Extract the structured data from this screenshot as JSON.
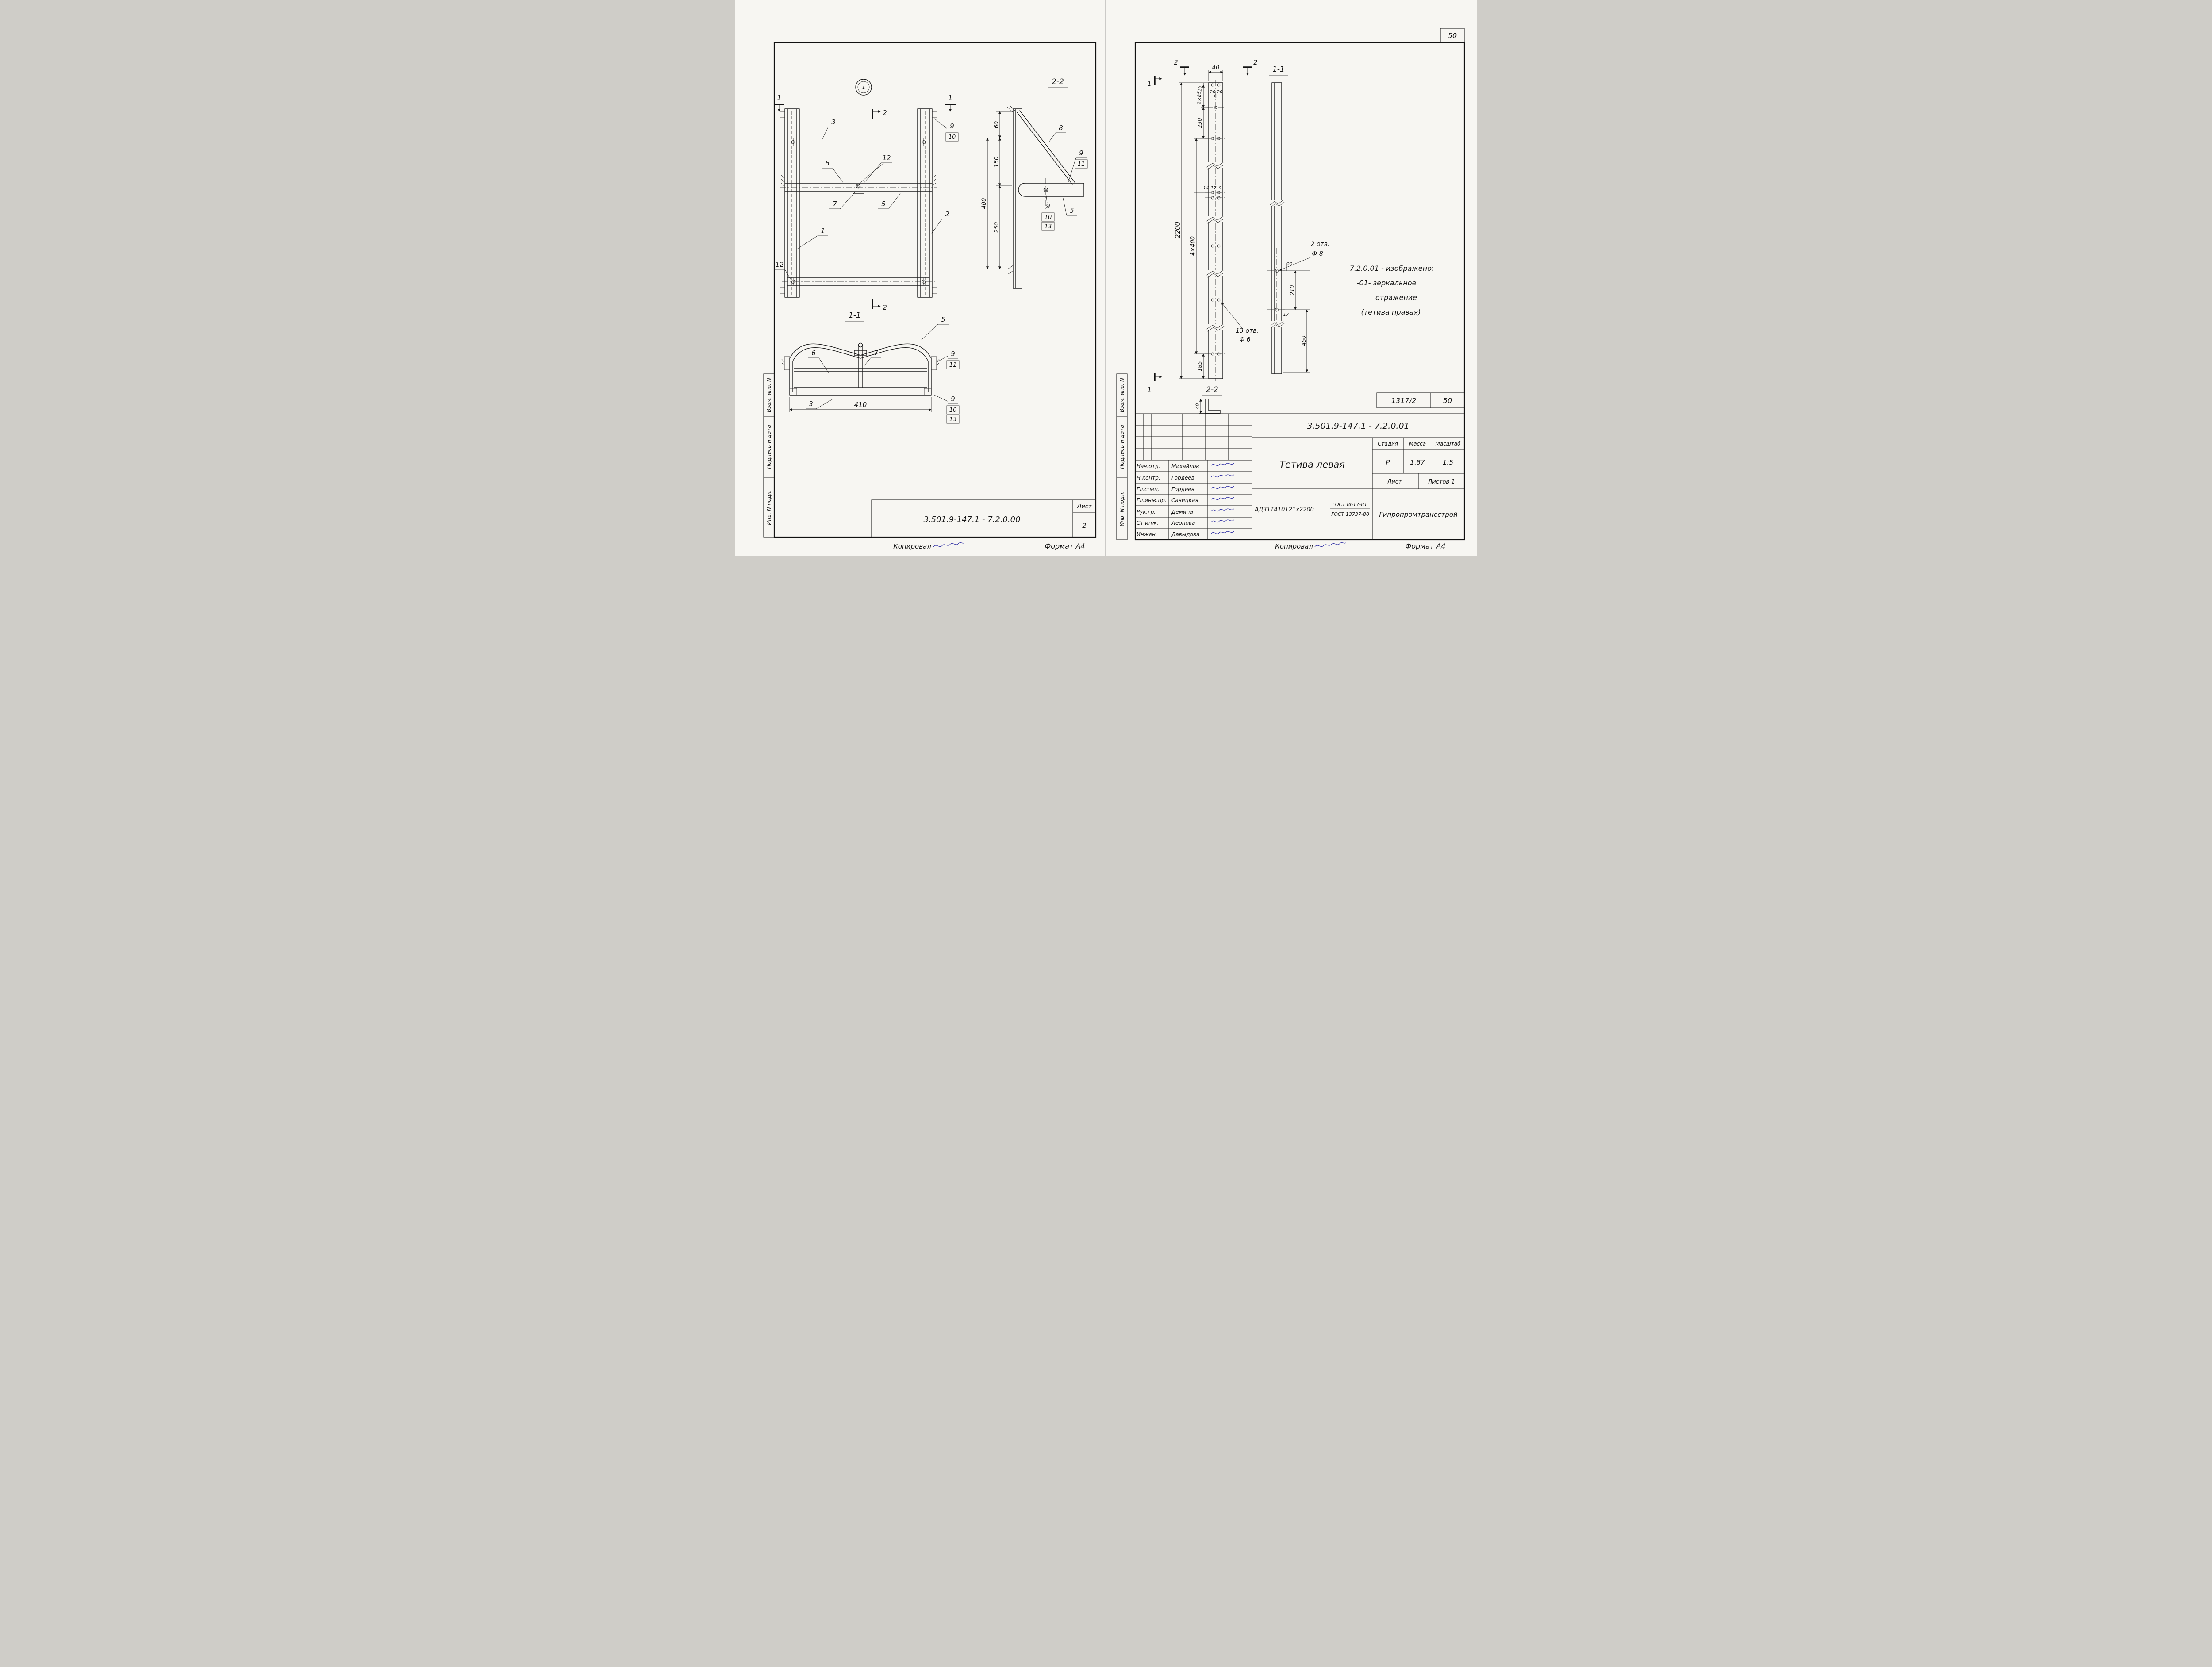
{
  "sidebar": {
    "inv": "Инв. N подл.",
    "sign": "Подпись и дата",
    "vzam": "Взам. инв. N"
  },
  "left": {
    "detail_mark": "1",
    "sec22": "2-2",
    "sec11": "1-1",
    "flag1": "1",
    "flag2": "2",
    "callouts": {
      "c1": "1",
      "c2": "2",
      "c3": "3",
      "c5": "5",
      "c6": "6",
      "c7": "7",
      "c8": "8",
      "c9": "9",
      "c10": "10",
      "c11": "11",
      "c12": "12",
      "c13": "13"
    },
    "dims": {
      "d60": "60",
      "d150": "150",
      "d250": "250",
      "d400": "400",
      "d410": "410"
    },
    "doc_number": "3.501.9-147.1 - 7.2.0.00",
    "sheet_label": "Лист",
    "sheet_value": "2",
    "copied": "Копировал",
    "format": "Формат А4"
  },
  "right": {
    "badge_sheet": "50",
    "flag1": "1",
    "flag2": "2",
    "sec11": "1-1",
    "sec22": "2-2",
    "dims": {
      "d40": "40",
      "d15": "15",
      "d20a": "20",
      "d20b": "20",
      "d2x85": "2×85",
      "d230": "230",
      "d14": "14",
      "d17": "17",
      "d9": "9",
      "d2200": "2200",
      "d4x400": "4×400",
      "d185": "185",
      "d20": "20",
      "d210": "210",
      "d17b": "17",
      "d450": "450",
      "d40b": "40"
    },
    "holes8": {
      "l1": "2 отв.",
      "l2": "Ф 8"
    },
    "holes6": {
      "l1": "13 отв.",
      "l2": "Ф 6"
    },
    "note": {
      "l1": "7.2.0.01 - изображено;",
      "l2": "-01- зеркальное",
      "l3": "отражение",
      "l4": "(тетива правая)"
    },
    "badge": {
      "num": "1317/2",
      "sheet": "50"
    },
    "tb": {
      "doc_number": "3.501.9-147.1 - 7.2.0.01",
      "title": "Тетива левая",
      "stage_label": "Стадия",
      "mass_label": "Масса",
      "scale_label": "Масштаб",
      "stage": "Р",
      "mass": "1,87",
      "scale": "1:5",
      "sheet_label": "Лист",
      "sheets_label": "Листов 1",
      "material": "АД31Т410121х2200",
      "gost1": "ГОСТ 8617-81",
      "gost2": "ГОСТ 13737-80",
      "org": "Гипропромтрансстрой"
    },
    "people": [
      {
        "role": "Нач.отд.",
        "name": "Михайлов"
      },
      {
        "role": "Н.контр.",
        "name": "Гордеев"
      },
      {
        "role": "Гл.спец.",
        "name": "Гордеев"
      },
      {
        "role": "Гл.инж.пр.",
        "name": "Савицкая"
      },
      {
        "role": "Рук.гр.",
        "name": "Демина"
      },
      {
        "role": "Ст.инж.",
        "name": "Леонова"
      },
      {
        "role": "Инжен.",
        "name": "Давыдова"
      }
    ],
    "copied": "Копировал",
    "format": "Формат А4"
  }
}
